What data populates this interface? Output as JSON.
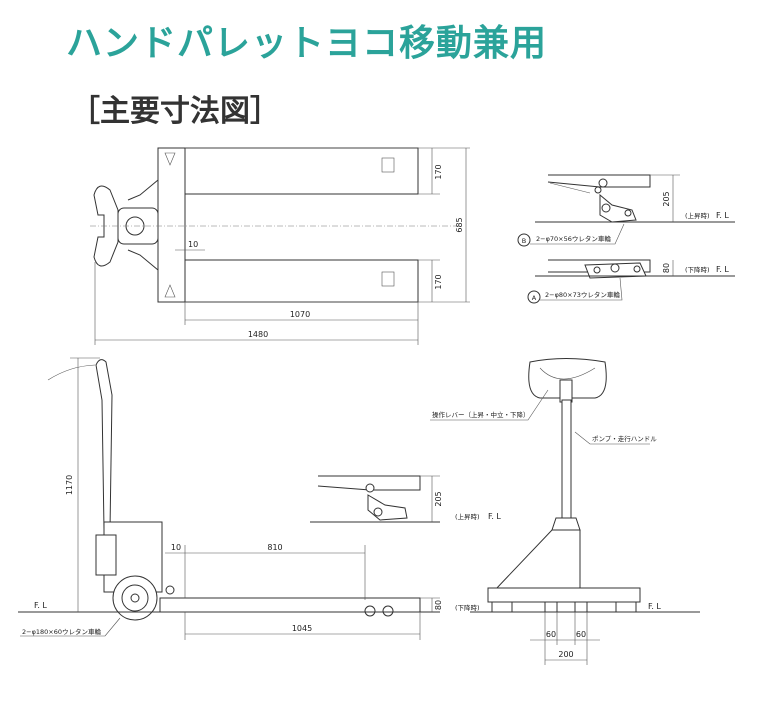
{
  "title": "ハンドパレットヨコ移動兼用",
  "section_title": "［主要寸法図］",
  "top_view": {
    "dim_fork_width_upper": "170",
    "dim_fork_width_lower": "170",
    "dim_overall_width": "685",
    "dim_offset": "10",
    "dim_fork_length": "1070",
    "dim_overall_length": "1480"
  },
  "caster_detail": {
    "raised_height": "205",
    "raised_label": "(上昇時)",
    "raised_fl": "F. L",
    "callout_b": "B",
    "wheel_b": "2−φ70×56ウレタン車輪",
    "lowered_height": "80",
    "lowered_label": "(下降時)",
    "lowered_fl": "F. L",
    "callout_a": "A",
    "wheel_a": "2−φ80×73ウレタン車輪"
  },
  "side_view": {
    "dim_handle_height": "1170",
    "floor_label": "F. L",
    "wheel_main": "2−φ180×60ウレタン車輪",
    "dim_offset": "10",
    "dim_to_caster": "810",
    "dim_fork": "1045",
    "dim_lowered": "80",
    "lowered_label": "(下降時)",
    "raised_height": "205",
    "raised_label": "(上昇時)",
    "raised_fl": "F. L"
  },
  "front_view": {
    "lever_label": "操作レバー（上昇・中立・下降）",
    "handle_label": "ポンプ・走行ハンドル",
    "floor_label": "F. L",
    "dim_left": "60",
    "dim_right": "60",
    "dim_span": "200"
  }
}
